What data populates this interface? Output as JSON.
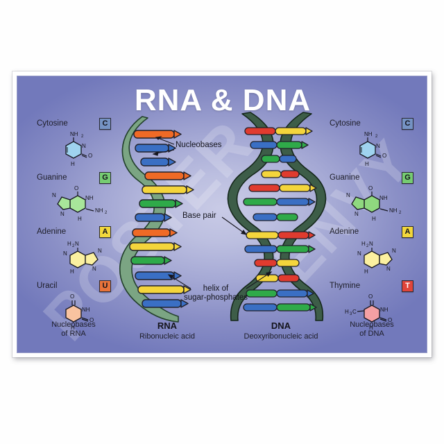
{
  "poster": {
    "title": "RNA & DNA",
    "watermark": [
      "POSTER",
      "ENVY"
    ],
    "background_color": "#a4a8d4",
    "title_color": "#ffffff"
  },
  "left_column": {
    "heading_footer": [
      "Nucleobases",
      "of RNA"
    ],
    "bases": [
      {
        "name": "Cytosine",
        "letter": "C",
        "badge_color": "#7593c4",
        "mol_color": "#9fd3ef",
        "groups": [
          "NH2",
          "N",
          "O",
          "H"
        ]
      },
      {
        "name": "Guanine",
        "letter": "G",
        "badge_color": "#76cc72",
        "mol_color": "#a8e59a",
        "groups": [
          "O",
          "NH",
          "NH2",
          "N",
          "H"
        ]
      },
      {
        "name": "Adenine",
        "letter": "A",
        "badge_color": "#f2d73c",
        "mol_color": "#fbf0a0",
        "groups": [
          "H2N",
          "N",
          "H"
        ]
      },
      {
        "name": "Uracil",
        "letter": "U",
        "badge_color": "#e8733a",
        "mol_color": "#f9c3a0",
        "groups": [
          "O",
          "NH",
          "O",
          "H"
        ]
      }
    ]
  },
  "right_column": {
    "heading_footer": [
      "Nucleobases",
      "of DNA"
    ],
    "bases": [
      {
        "name": "Cytosine",
        "letter": "C",
        "badge_color": "#7593c4",
        "mol_color": "#9fd3ef",
        "groups": [
          "NH2",
          "N",
          "O",
          "H"
        ]
      },
      {
        "name": "Guanine",
        "letter": "G",
        "badge_color": "#76cc72",
        "mol_color": "#8fd97f",
        "groups": [
          "O",
          "NH",
          "NH2",
          "N",
          "H"
        ]
      },
      {
        "name": "Adenine",
        "letter": "A",
        "badge_color": "#f2d73c",
        "mol_color": "#fbf0a0",
        "groups": [
          "H2N",
          "N",
          "H"
        ]
      },
      {
        "name": "Thymine",
        "letter": "T",
        "badge_color": "#e0453a",
        "mol_color": "#f4a0a4",
        "groups": [
          "H3C",
          "O",
          "NH",
          "O",
          "H"
        ]
      }
    ]
  },
  "annotations": {
    "nucleobases": "Nucleobases",
    "base_pair": "Base pair",
    "helix_line1": "helix of",
    "helix_line2": "sugar-phosphates"
  },
  "strands": {
    "rna": {
      "name": "RNA",
      "subtitle": "Ribonucleic acid",
      "ribbon_color": "#7ba583"
    },
    "dna": {
      "name": "DNA",
      "subtitle": "Deoxyribonucleic acid",
      "ribbon_color": "#3d5d48"
    }
  },
  "base_rod_colors": {
    "red": "#e03b2f",
    "yellow": "#f4d53c",
    "blue": "#3a6fc4",
    "green": "#2faa49",
    "orange": "#ef6a26"
  }
}
